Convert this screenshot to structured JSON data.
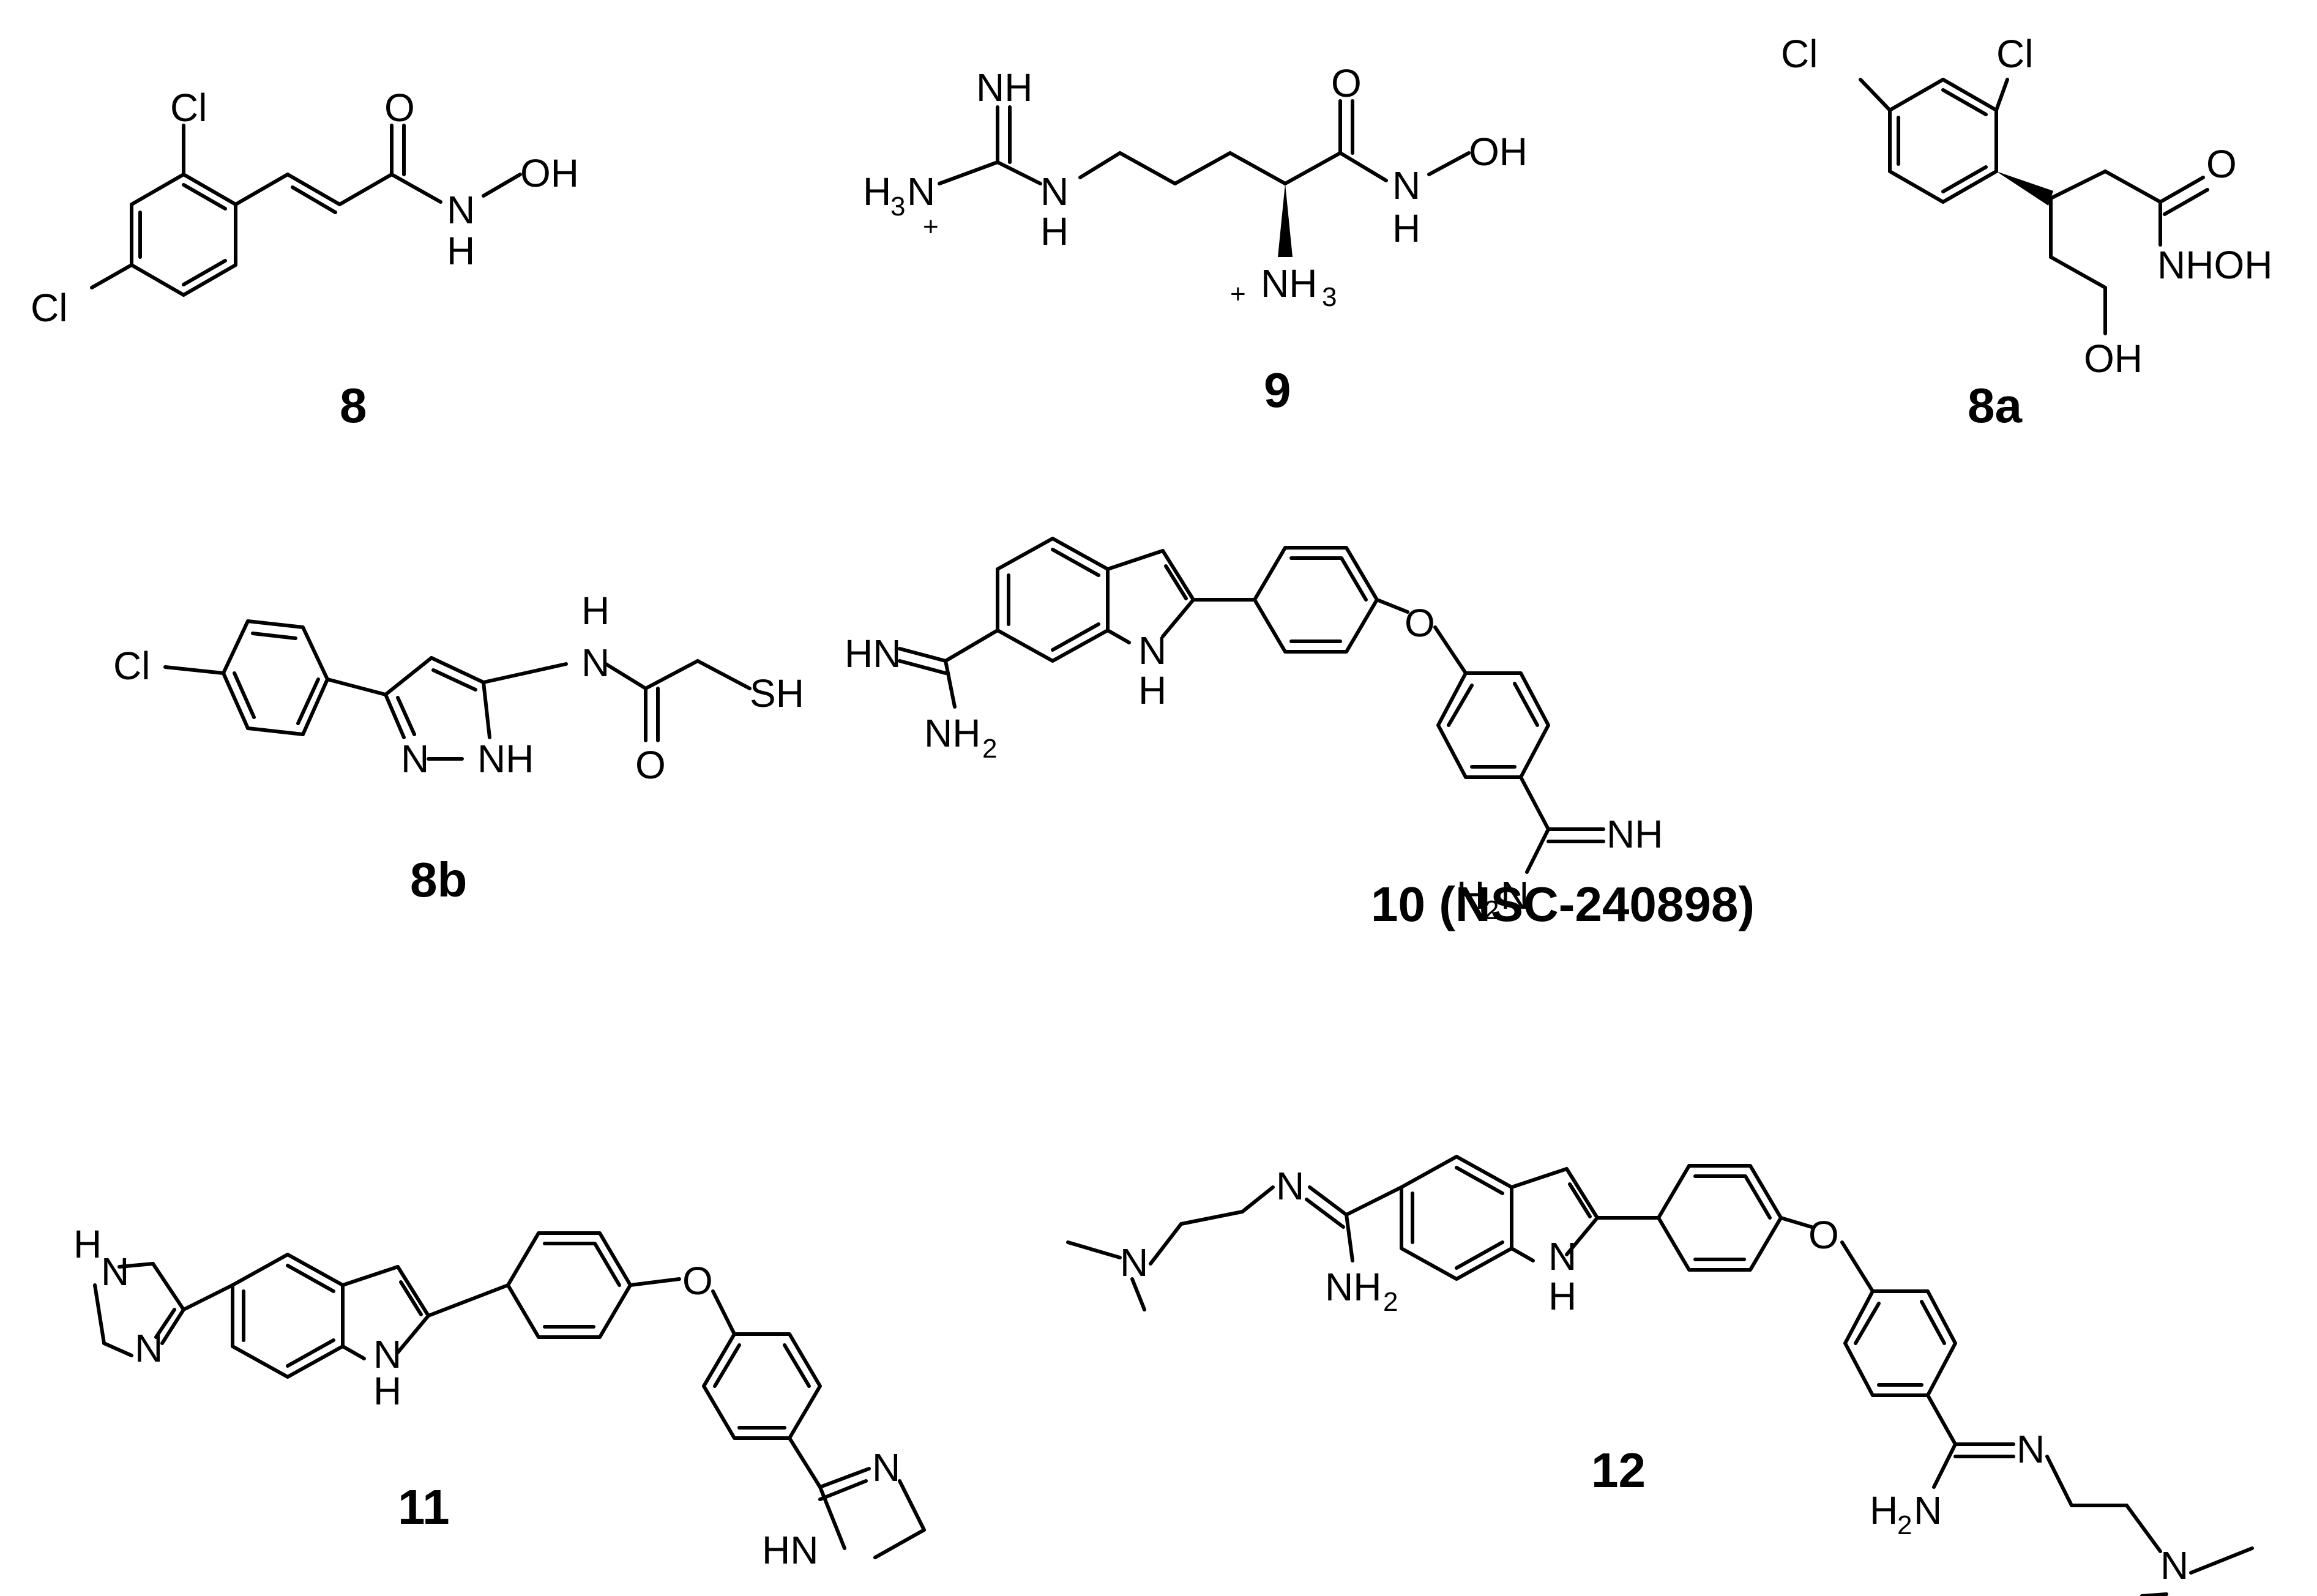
{
  "atoms": {
    "cl": "Cl",
    "o": "O",
    "n": "N",
    "h": "H",
    "oh": "OH",
    "nh": "NH",
    "hn": "HN",
    "sh": "SH",
    "nhoh": "NHOH",
    "h3n": "H",
    "three": "3",
    "two": "2",
    "plus": "+",
    "nh3": "NH",
    "nh2": "NH",
    "h2n": "H"
  },
  "compounds": {
    "c8": "8",
    "c9": "9",
    "c8a": "8a",
    "c8b": "8b",
    "c10": "10 (NSC-240898)",
    "c11": "11",
    "c12": "12"
  }
}
